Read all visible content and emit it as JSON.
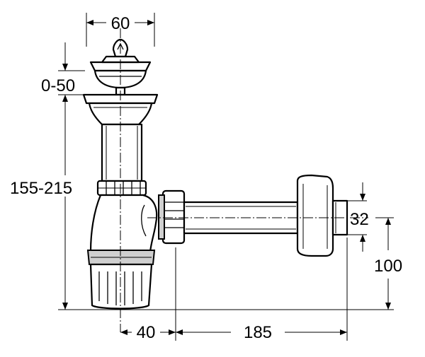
{
  "diagram": {
    "dimensions": {
      "top_width": "60",
      "tail_adjust": "0-50",
      "height_range": "155-215",
      "outlet_diameter": "32",
      "outlet_height": "100",
      "trap_offset": "40",
      "horizontal_length": "185"
    }
  }
}
